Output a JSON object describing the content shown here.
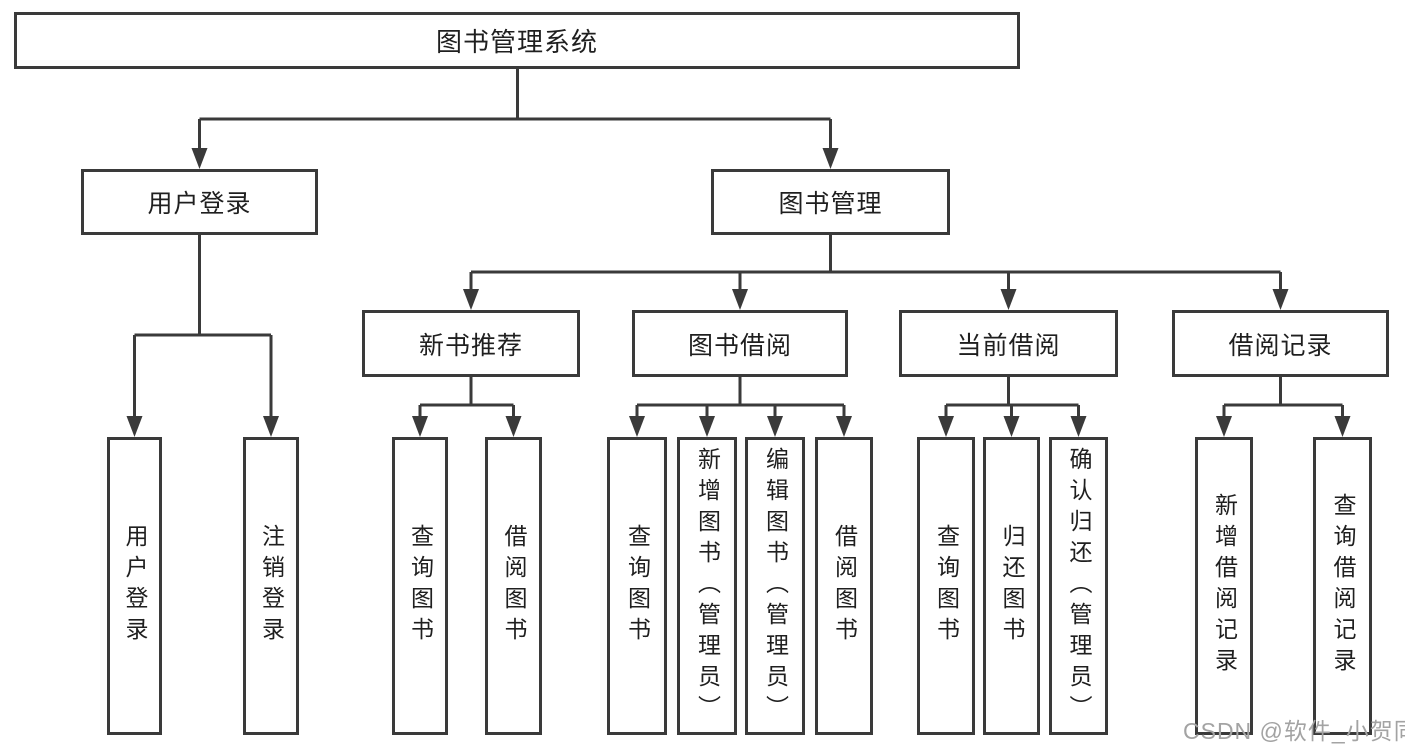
{
  "diagram": {
    "root": {
      "label": "图书管理系统"
    },
    "branches": {
      "user_login": {
        "label": "用户登录",
        "children": [
          {
            "label": "用户登录"
          },
          {
            "label": "注销登录"
          }
        ]
      },
      "book_mgmt": {
        "label": "图书管理",
        "sections": {
          "new_book": {
            "label": "新书推荐",
            "children": [
              {
                "label": "查询图书"
              },
              {
                "label": "借阅图书"
              }
            ]
          },
          "borrow": {
            "label": "图书借阅",
            "children": [
              {
                "label": "查询图书"
              },
              {
                "label": "新增图书（管理员）"
              },
              {
                "label": "编辑图书（管理员）"
              },
              {
                "label": "借阅图书"
              }
            ]
          },
          "current": {
            "label": "当前借阅",
            "children": [
              {
                "label": "查询图书"
              },
              {
                "label": "归还图书"
              },
              {
                "label": "确认归还（管理员）"
              }
            ]
          },
          "record": {
            "label": "借阅记录",
            "children": [
              {
                "label": "新增借阅记录"
              },
              {
                "label": "查询借阅记录"
              }
            ]
          }
        }
      }
    },
    "watermark": "CSDN @软件_小贺同学",
    "colors": {
      "line": "#3a3a3a",
      "text": "#1f1f1f",
      "watermark": "#a3a3a3",
      "background": "#ffffff"
    }
  }
}
